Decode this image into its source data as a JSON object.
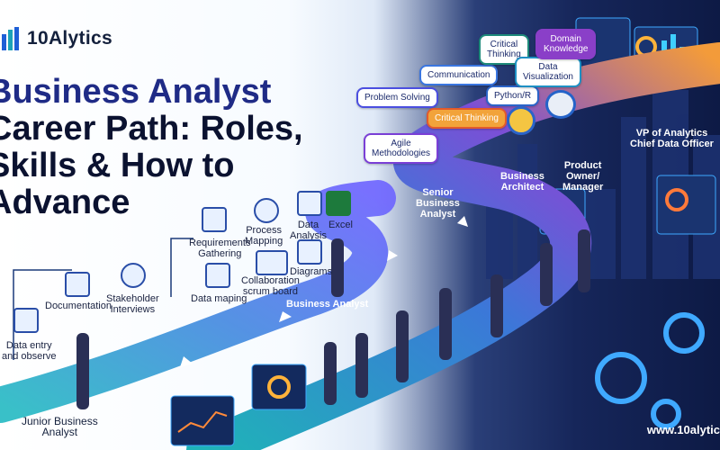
{
  "brand": {
    "name": "10Alytics"
  },
  "headline": {
    "line1": "Business Analyst",
    "line2": "Career Path: Roles,",
    "line3": "Skills & How to",
    "line4": "Advance"
  },
  "stages": [
    "Junior Business\nAnalyst",
    "Business Analyst",
    "Senior\nBusiness\nAnalyst",
    "Business\nArchitect",
    "Product\nOwner/\nManager",
    "VP of Analytics\nChief Data Officer"
  ],
  "junior_tasks": [
    "Data entry\nand observe",
    "Documentation",
    "Stakeholder\nInterviews"
  ],
  "ba_tasks": [
    "Requirements\nGathering",
    "Process\nMapping",
    "Data\nAnalysis",
    "Excel",
    "Data maping",
    "Collaboration\nscrum board",
    "Diagrams"
  ],
  "skill_bubbles": [
    {
      "label": "Agile\nMethodologies",
      "color": "#7a3fd6"
    },
    {
      "label": "Problem Solving",
      "color": "#4b4fe0"
    },
    {
      "label": "Critical Thinking",
      "color": "#e35b2c"
    },
    {
      "label": "Communication",
      "color": "#3a76e0"
    },
    {
      "label": "Critical\nThinking",
      "color": "#1e8a7a"
    },
    {
      "label": "Python/R",
      "color": "#2b64c9"
    },
    {
      "label": "Data\nVisualization",
      "color": "#1e90c4"
    },
    {
      "label": "Domain\nKnowledge",
      "color": "#8a3fc8"
    }
  ],
  "footer": {
    "url": "www.10alytic"
  },
  "colors": {
    "path_start": "#17a1b8",
    "path_end": "#f59b3a",
    "navy": "#0d1a45",
    "brand_blue": "#1f2b86"
  },
  "icons": [
    "logo-icon",
    "database-icon",
    "document-icon",
    "person-icon",
    "checklist-icon",
    "flowchart-icon",
    "sql-icon",
    "excel-icon",
    "chart-icon",
    "board-icon",
    "python-icon",
    "r-icon",
    "gear-icon"
  ]
}
